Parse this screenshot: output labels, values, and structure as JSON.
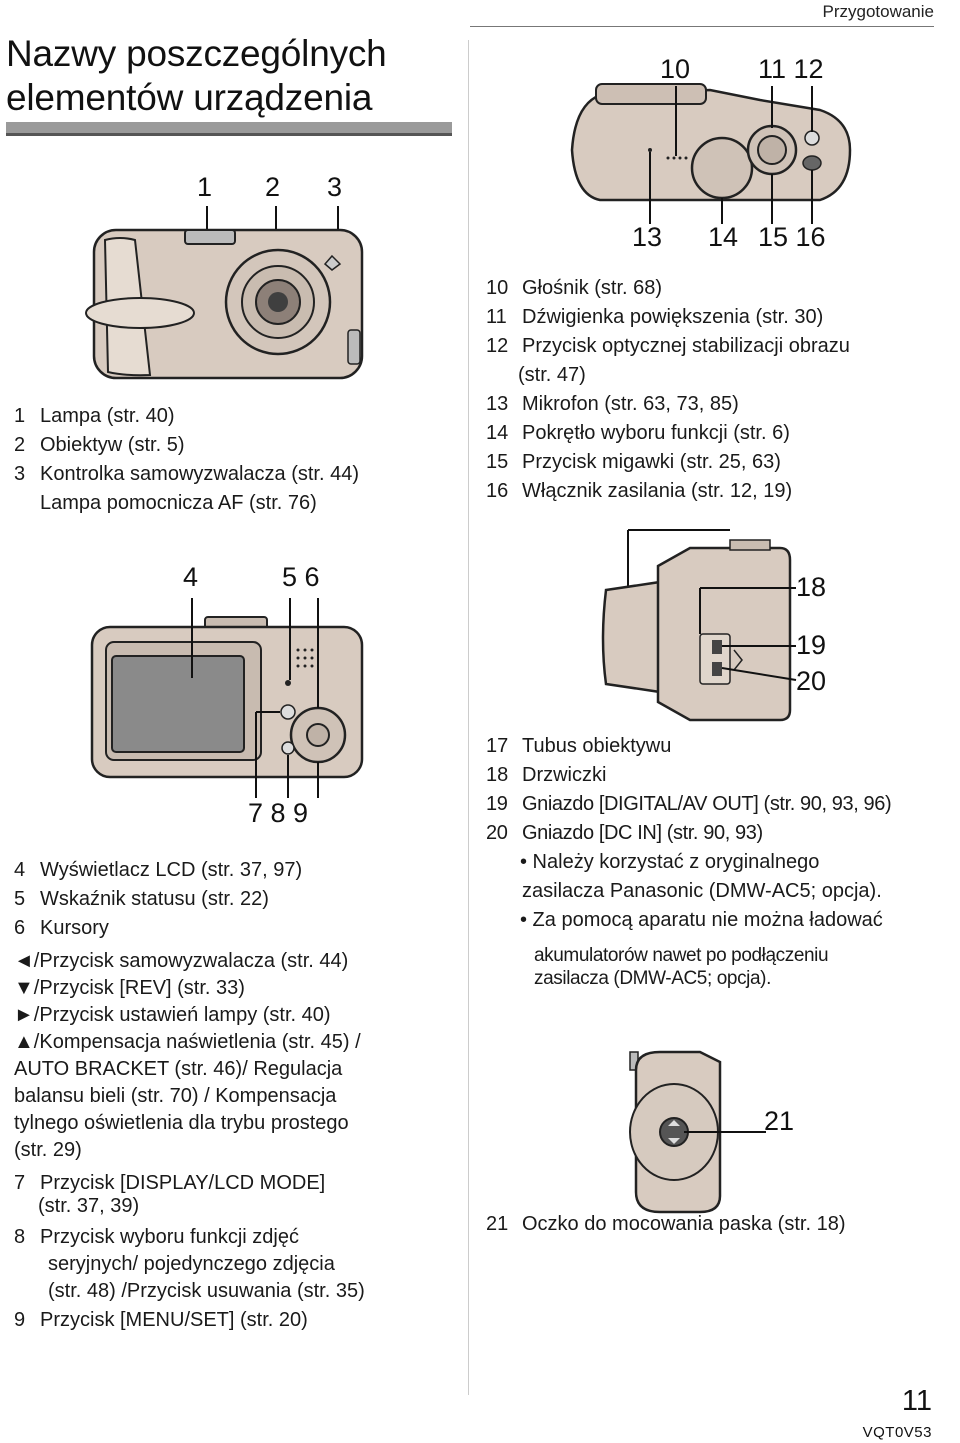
{
  "header": {
    "section": "Przygotowanie"
  },
  "title": {
    "line1": "Nazwy poszczególnych",
    "line2": "elementów urządzenia"
  },
  "front_callouts": [
    "1",
    "2",
    "3"
  ],
  "front_list": [
    {
      "n": "1",
      "text": "Lampa (str. 40)"
    },
    {
      "n": "2",
      "text": "Obiektyw (str. 5)"
    },
    {
      "n": "3",
      "text": "Kontrolka samowyzwalacza (str. 44)"
    },
    {
      "n": "",
      "text": "Lampa pomocnicza AF (str. 76)"
    }
  ],
  "top_callouts_top": [
    "10",
    "11 12"
  ],
  "top_callouts_bottom": [
    "13",
    "14",
    "15 16"
  ],
  "top_list": [
    {
      "n": "10",
      "text": "Głośnik (str. 68)"
    },
    {
      "n": "11",
      "text": "Dźwigienka powiększenia (str. 30)"
    },
    {
      "n": "12",
      "text": "Przycisk optycznej stabilizacji obrazu"
    },
    {
      "n": "",
      "text": "(str. 47)"
    },
    {
      "n": "13",
      "text": "Mikrofon (str. 63, 73, 85)"
    },
    {
      "n": "14",
      "text": "Pokrętło wyboru funkcji (str. 6)"
    },
    {
      "n": "15",
      "text": "Przycisk migawki (str. 25, 63)"
    },
    {
      "n": "16",
      "text": "Włącznik zasilania (str. 12, 19)"
    }
  ],
  "back_callouts_top": [
    "4",
    "5 6"
  ],
  "back_callouts_bottom": "7 8 9",
  "back_list": [
    {
      "n": "4",
      "text": "Wyświetlacz LCD (str. 37, 97)"
    },
    {
      "n": "5",
      "text": "Wskaźnik statusu (str. 22)"
    },
    {
      "n": "6",
      "text": "Kursory"
    },
    {
      "n": "",
      "text": "◄/Przycisk samowyzwalacza (str. 44)"
    },
    {
      "n": "",
      "text": "▼/Przycisk [REV] (str. 33)"
    },
    {
      "n": "",
      "text": "►/Przycisk ustawień lampy (str. 40)"
    },
    {
      "n": "",
      "text": "▲/Kompensacja naświetlenia (str. 45) /"
    },
    {
      "n": "",
      "text": "AUTO BRACKET (str. 46)/ Regulacja"
    },
    {
      "n": "",
      "text": "balansu bieli (str. 70) / Kompensacja"
    },
    {
      "n": "",
      "text": "tylnego oświetlenia dla trybu prostego"
    },
    {
      "n": "",
      "text": "(str. 29)"
    },
    {
      "n": "7",
      "text": "Przycisk [DISPLAY/LCD MODE]"
    },
    {
      "n": "",
      "text": "(str. 37, 39)"
    },
    {
      "n": "8",
      "text": "Przycisk wyboru funkcji zdjęć"
    },
    {
      "n": "",
      "text": "seryjnych/ pojedynczego zdjęcia"
    },
    {
      "n": "",
      "text": "(str. 48) /Przycisk usuwania (str. 35)"
    },
    {
      "n": "9",
      "text": "Przycisk [MENU/SET] (str. 20)"
    }
  ],
  "side_callouts": [
    "18",
    "19",
    "20"
  ],
  "side_list": [
    {
      "n": "17",
      "text": "Tubus obiektywu"
    },
    {
      "n": "18",
      "text": "Drzwiczki"
    },
    {
      "n": "19",
      "text": "Gniazdo [DIGITAL/AV OUT] (str. 90, 93, 96)"
    },
    {
      "n": "20",
      "text": "Gniazdo [DC IN] (str. 90, 93)"
    }
  ],
  "side_notes": [
    "• Należy korzystać z oryginalnego",
    "zasilacza Panasonic (DMW-AC5; opcja).",
    "• Za pomocą aparatu nie można ładować",
    "akumulatorów nawet po podłączeniu",
    "zasilacza (DMW-AC5; opcja)."
  ],
  "strap_callout": "21",
  "strap_list": [
    {
      "n": "21",
      "text": "Oczko do mocowania paska (str. 18)"
    }
  ],
  "footer": {
    "page": "11",
    "model": "VQT0V53"
  }
}
